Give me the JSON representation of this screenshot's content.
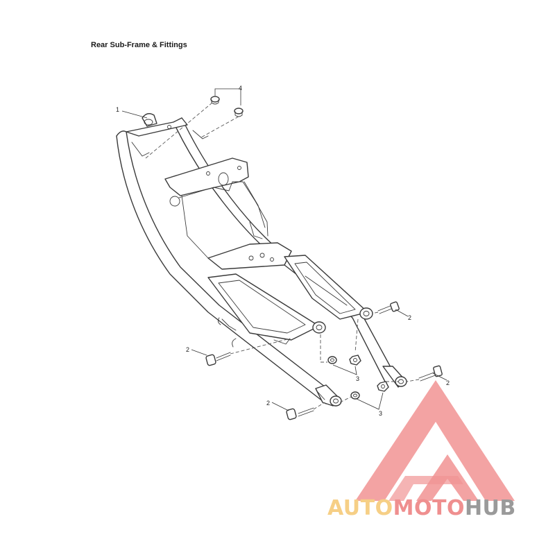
{
  "page": {
    "title": "Rear Sub-Frame & Fittings"
  },
  "callouts": [
    {
      "id": "frame",
      "label": "1"
    },
    {
      "id": "bolt-right-upper",
      "label": "2"
    },
    {
      "id": "bolt-left-mid",
      "label": "2"
    },
    {
      "id": "bolt-right-lower",
      "label": "2"
    },
    {
      "id": "bolt-left-lower",
      "label": "2"
    },
    {
      "id": "nut-washer-mid",
      "label": "3"
    },
    {
      "id": "nut-washer-lower",
      "label": "3"
    },
    {
      "id": "plug-pair",
      "label": "4"
    }
  ],
  "watermark": {
    "word_part_1": "AUTO",
    "word_part_2": "MOTO",
    "word_part_3": "HUB",
    "colors": {
      "auto": "#f6cf86",
      "moto": "#ef8f8f",
      "hub": "#9a9a9a",
      "mark": "#f08a8a"
    }
  }
}
